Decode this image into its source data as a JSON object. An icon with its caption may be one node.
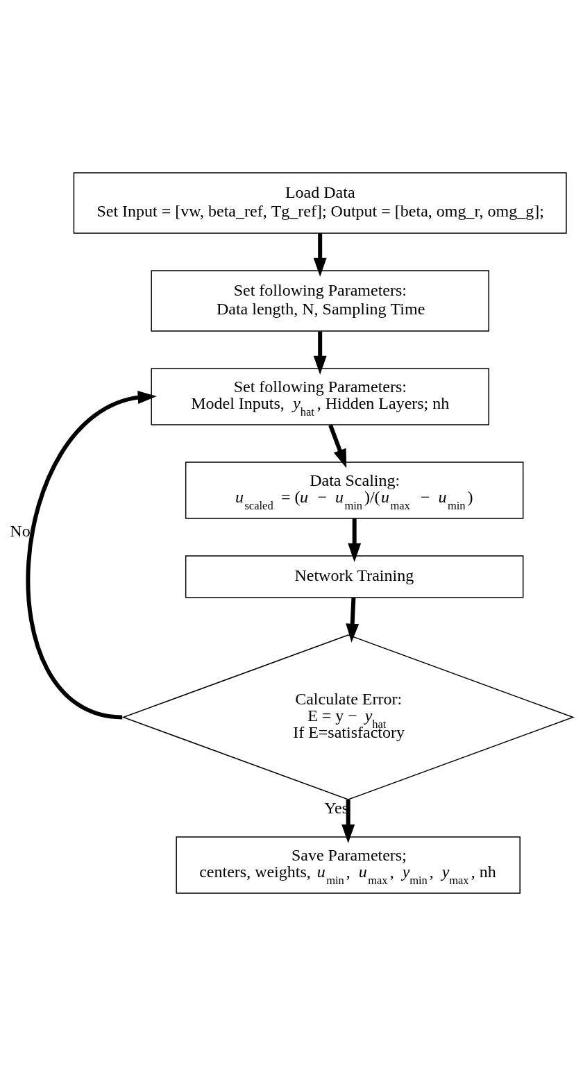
{
  "diagram": {
    "nodes": [
      {
        "text": [
          "Load Data",
          "Set Input = [vw, beta_ref, Tg_ref]; Output = [beta, omg_r, omg_g];"
        ]
      },
      {
        "text": [
          "Set following Parameters:",
          "Data length, N, Sampling Time"
        ]
      },
      {
        "text": [
          "Set following Parameters:",
          "Model Inputs, *y*$_{hat}$, Hidden Layers; nh"
        ]
      },
      {
        "text": [
          "Data Scaling:",
          "*u*$_{scaled}$ = (*u* − *u*$_{min}$)/(*u*$_{max}$ − *u*$_{min}$)"
        ]
      },
      {
        "text": [
          "Network Training"
        ]
      },
      {
        "text": [
          "Calculate Error:",
          "E = y − *y*$_{hat}$",
          "If E=satisfactory"
        ]
      },
      {
        "text": [
          "Save Parameters;",
          "centers, weights, *u*$_{min}$, *u*$_{max}$, *y*$_{min}$, *y*$_{max}$, nh"
        ]
      }
    ],
    "edges": [
      {
        "from": 0,
        "to": 1,
        "arrow": "to"
      },
      {
        "from": 1,
        "to": 2,
        "arrow": "to"
      },
      {
        "from": 2,
        "to": 3,
        "arrow": "to"
      },
      {
        "from": 3,
        "to": 4,
        "arrow": "to"
      },
      {
        "from": 4,
        "to": 5,
        "arrow": "to"
      },
      {
        "from": 5,
        "to": 6,
        "arrow": "to",
        "label": "Yes"
      },
      {
        "from": 5,
        "to": 2,
        "arrow": "to",
        "label": "No"
      }
    ]
  }
}
